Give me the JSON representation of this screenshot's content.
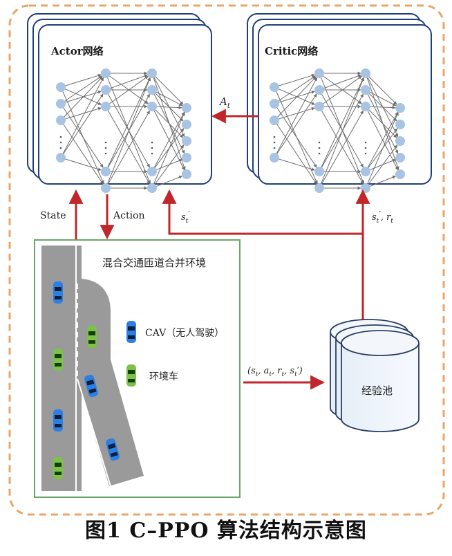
{
  "actor": {
    "title": "Actor网络"
  },
  "critic": {
    "title": "Critic网络"
  },
  "arrows": {
    "advantage": "A",
    "advantage_sub": "t",
    "state": "State",
    "action": "Action",
    "next_state": "s",
    "next_state_sub": "t",
    "next_state_sup": "′",
    "critic_input": "s",
    "critic_input_sub": "t",
    "critic_input_sup": "′",
    "critic_input_sep": ", r",
    "critic_input_sub2": "t",
    "transition": "(s",
    "transition_sub1": "t",
    "transition_mid1": ", a",
    "transition_sub2": "t",
    "transition_mid2": ", r",
    "transition_sub3": "t",
    "transition_mid3": ", s",
    "transition_sub4": "t",
    "transition_end": "′)"
  },
  "env": {
    "title": "混合交通匝道合并环境",
    "legend_cav": "CAV（无人驾驶）",
    "legend_env": "环境车"
  },
  "pool": {
    "label": "经验池"
  },
  "caption": "图1 C–PPO 算法结构示意图",
  "colors": {
    "arrow": "#c0262a",
    "dashed_border": "#e8a66b",
    "panel_border": "#1f3f7a",
    "node": "#a8c4e2",
    "env_border": "#6aa56a",
    "road": "#9a9a9a",
    "cav": "#2f7fe0",
    "env_car": "#7cc24a"
  }
}
